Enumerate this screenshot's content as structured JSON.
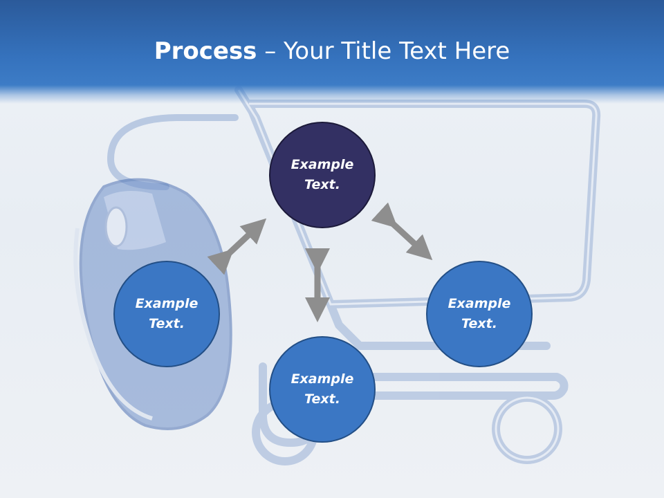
{
  "slide": {
    "title_bold": "Process",
    "title_rest": " – Your Title Text Here"
  },
  "nodes": [
    {
      "id": "top",
      "text": "Example Text.",
      "color": "#333063"
    },
    {
      "id": "left",
      "text": "Example Text.",
      "color": "#3b77c4"
    },
    {
      "id": "right",
      "text": "Example Text.",
      "color": "#3b77c4"
    },
    {
      "id": "bottom",
      "text": "Example Text.",
      "color": "#3b77c4"
    }
  ],
  "colors": {
    "header": "#3572bd",
    "arrow": "#8e8e8e",
    "background": "#e8edf3"
  },
  "icons": [
    "computer-mouse-image",
    "shopping-cart-image",
    "double-arrow-icon"
  ]
}
